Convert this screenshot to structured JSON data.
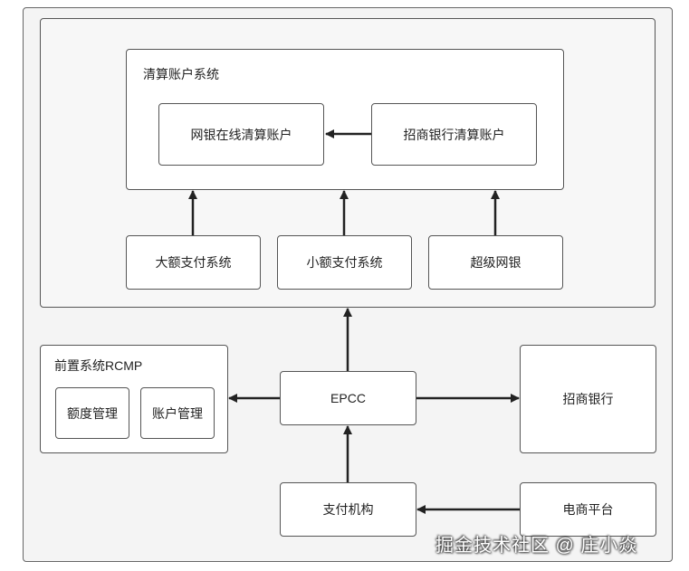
{
  "clearing_system": {
    "title": "清算账户系统",
    "online_bank_account": "网银在线清算账户",
    "cmb_clearing_account": "招商银行清算账户"
  },
  "channels": {
    "large_payment": "大额支付系统",
    "small_payment": "小额支付系统",
    "super_online_bank": "超级网银"
  },
  "front_system": {
    "title": "前置系统RCMP",
    "quota_management": "额度管理",
    "account_management": "账户管理"
  },
  "epcc": "EPCC",
  "cmb_bank": "招商银行",
  "payment_institution": "支付机构",
  "ecommerce_platform": "电商平台",
  "watermark": "掘金技术社区 @ 庄小焱"
}
